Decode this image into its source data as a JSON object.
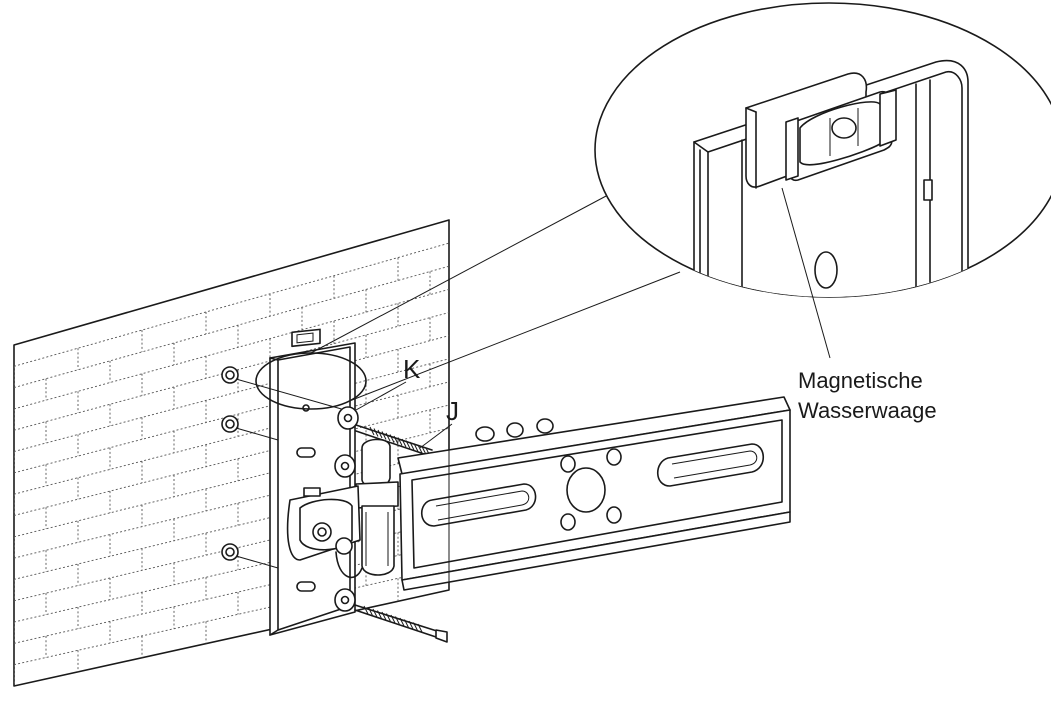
{
  "labels": {
    "part_k": "K",
    "part_j": "J",
    "callout_line1": "Magnetische",
    "callout_line2": "Wasserwaage"
  },
  "colors": {
    "ink": "#1a1a1a",
    "background": "#ffffff"
  }
}
